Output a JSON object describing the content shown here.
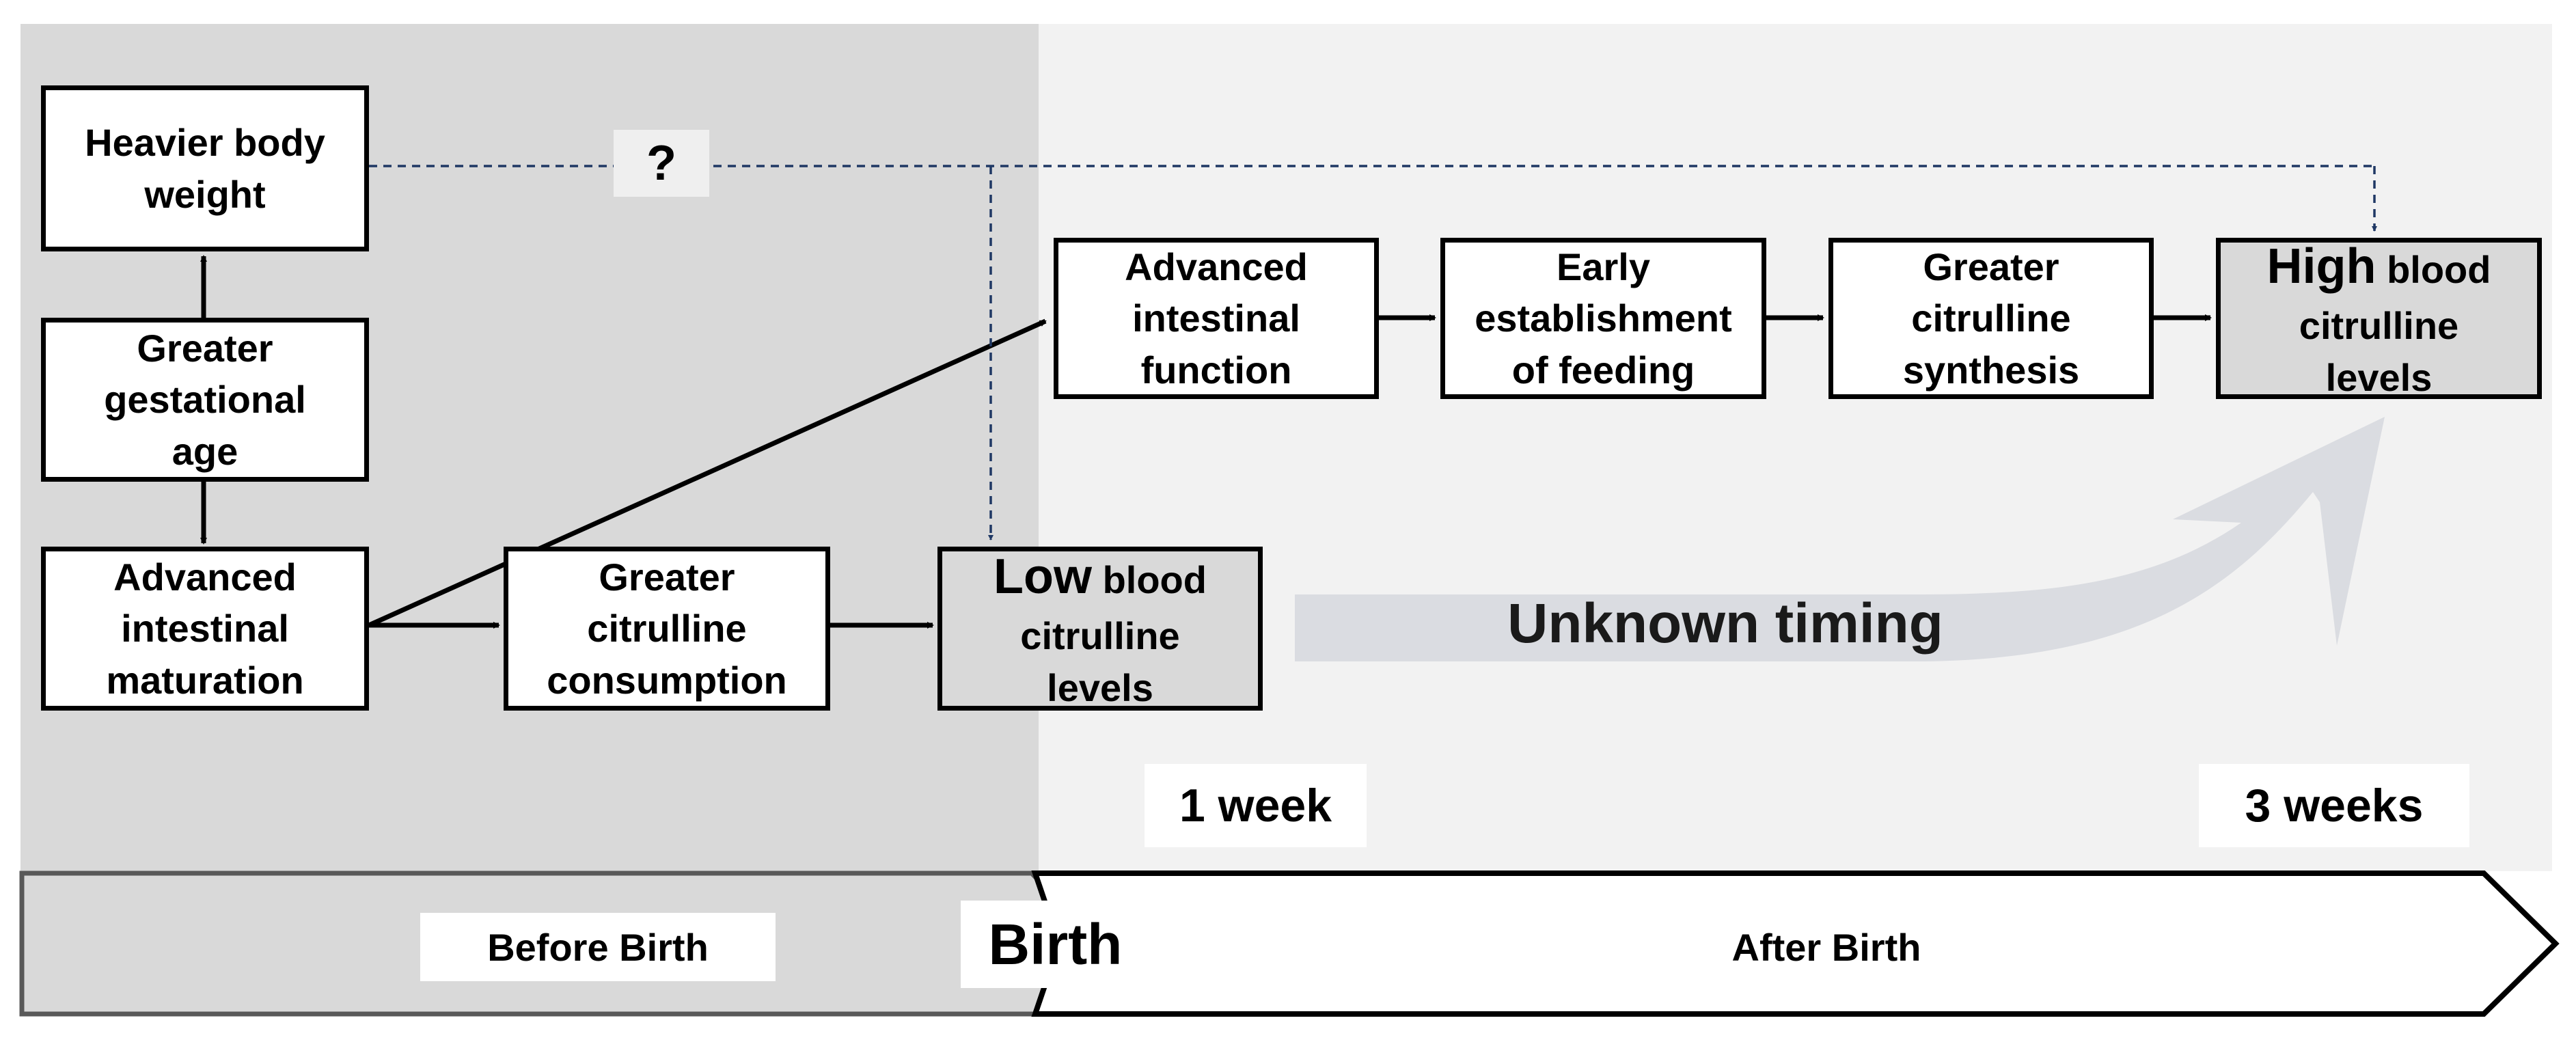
{
  "nodes": {
    "heavier_body_weight": "Heavier body weight",
    "greater_gestational_age": "Greater gestational age",
    "advanced_intestinal_maturation": "Advanced intestinal maturation",
    "greater_citrulline_consumption": "Greater citrulline consumption",
    "low_blood": {
      "lead": "Low",
      "rest": "blood citrulline levels"
    },
    "advanced_intestinal_function": "Advanced intestinal function",
    "early_establishment_of_feeding": "Early establishment of feeding",
    "greater_citrulline_synthesis": "Greater citrulline synthesis",
    "high_blood": {
      "lead": "High",
      "rest": "blood citrulline levels"
    }
  },
  "question_mark": "?",
  "unknown_timing": "Unknown timing",
  "timeline": {
    "one_week": "1 week",
    "three_weeks": "3 weeks",
    "before_birth": "Before Birth",
    "birth": "Birth",
    "after_birth": "After Birth"
  },
  "colors": {
    "before_region": "#d9d9d9",
    "after_region": "#f2f2f2",
    "dashed_line": "#1f3864",
    "big_arrow": "#d9dbe0"
  }
}
